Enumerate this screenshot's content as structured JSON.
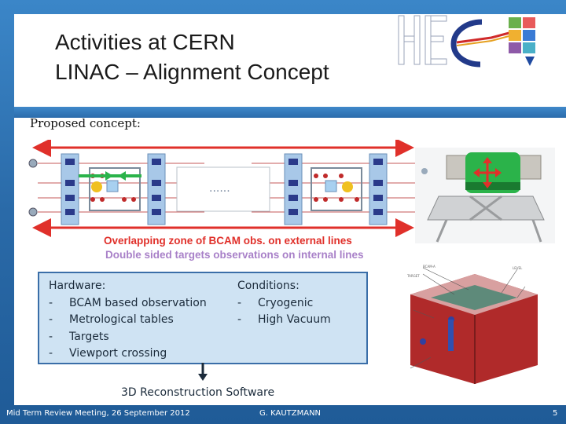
{
  "slide": {
    "title_line1": "Activities at CERN",
    "title_line2": "LINAC – Alignment Concept",
    "section_heading": "Proposed concept:",
    "caption_overlap": "Overlapping zone of BCAM obs. on external lines",
    "caption_double": "Double sided targets observations on internal lines",
    "diagram_ellipsis": "......",
    "hardware": {
      "heading": "Hardware:",
      "dash": "-",
      "items": [
        "BCAM based observation",
        "Metrological tables",
        "Targets",
        "Viewport crossing"
      ]
    },
    "conditions": {
      "heading": "Conditions:",
      "dash": "-",
      "items": [
        "Cryogenic",
        "High Vacuum"
      ]
    },
    "software": "3D Reconstruction Software"
  },
  "footer": {
    "left": "Mid Term Review Meeting, 26 September 2012",
    "center": "G. KAUTZMANN",
    "page": "5"
  },
  "logo": {
    "letters": "HE"
  },
  "colors": {
    "accent_blue": "#2e6fae",
    "red": "#e0302a",
    "purple": "#a880c8",
    "green": "#2bb34a",
    "box_fill": "#cfe3f3"
  }
}
